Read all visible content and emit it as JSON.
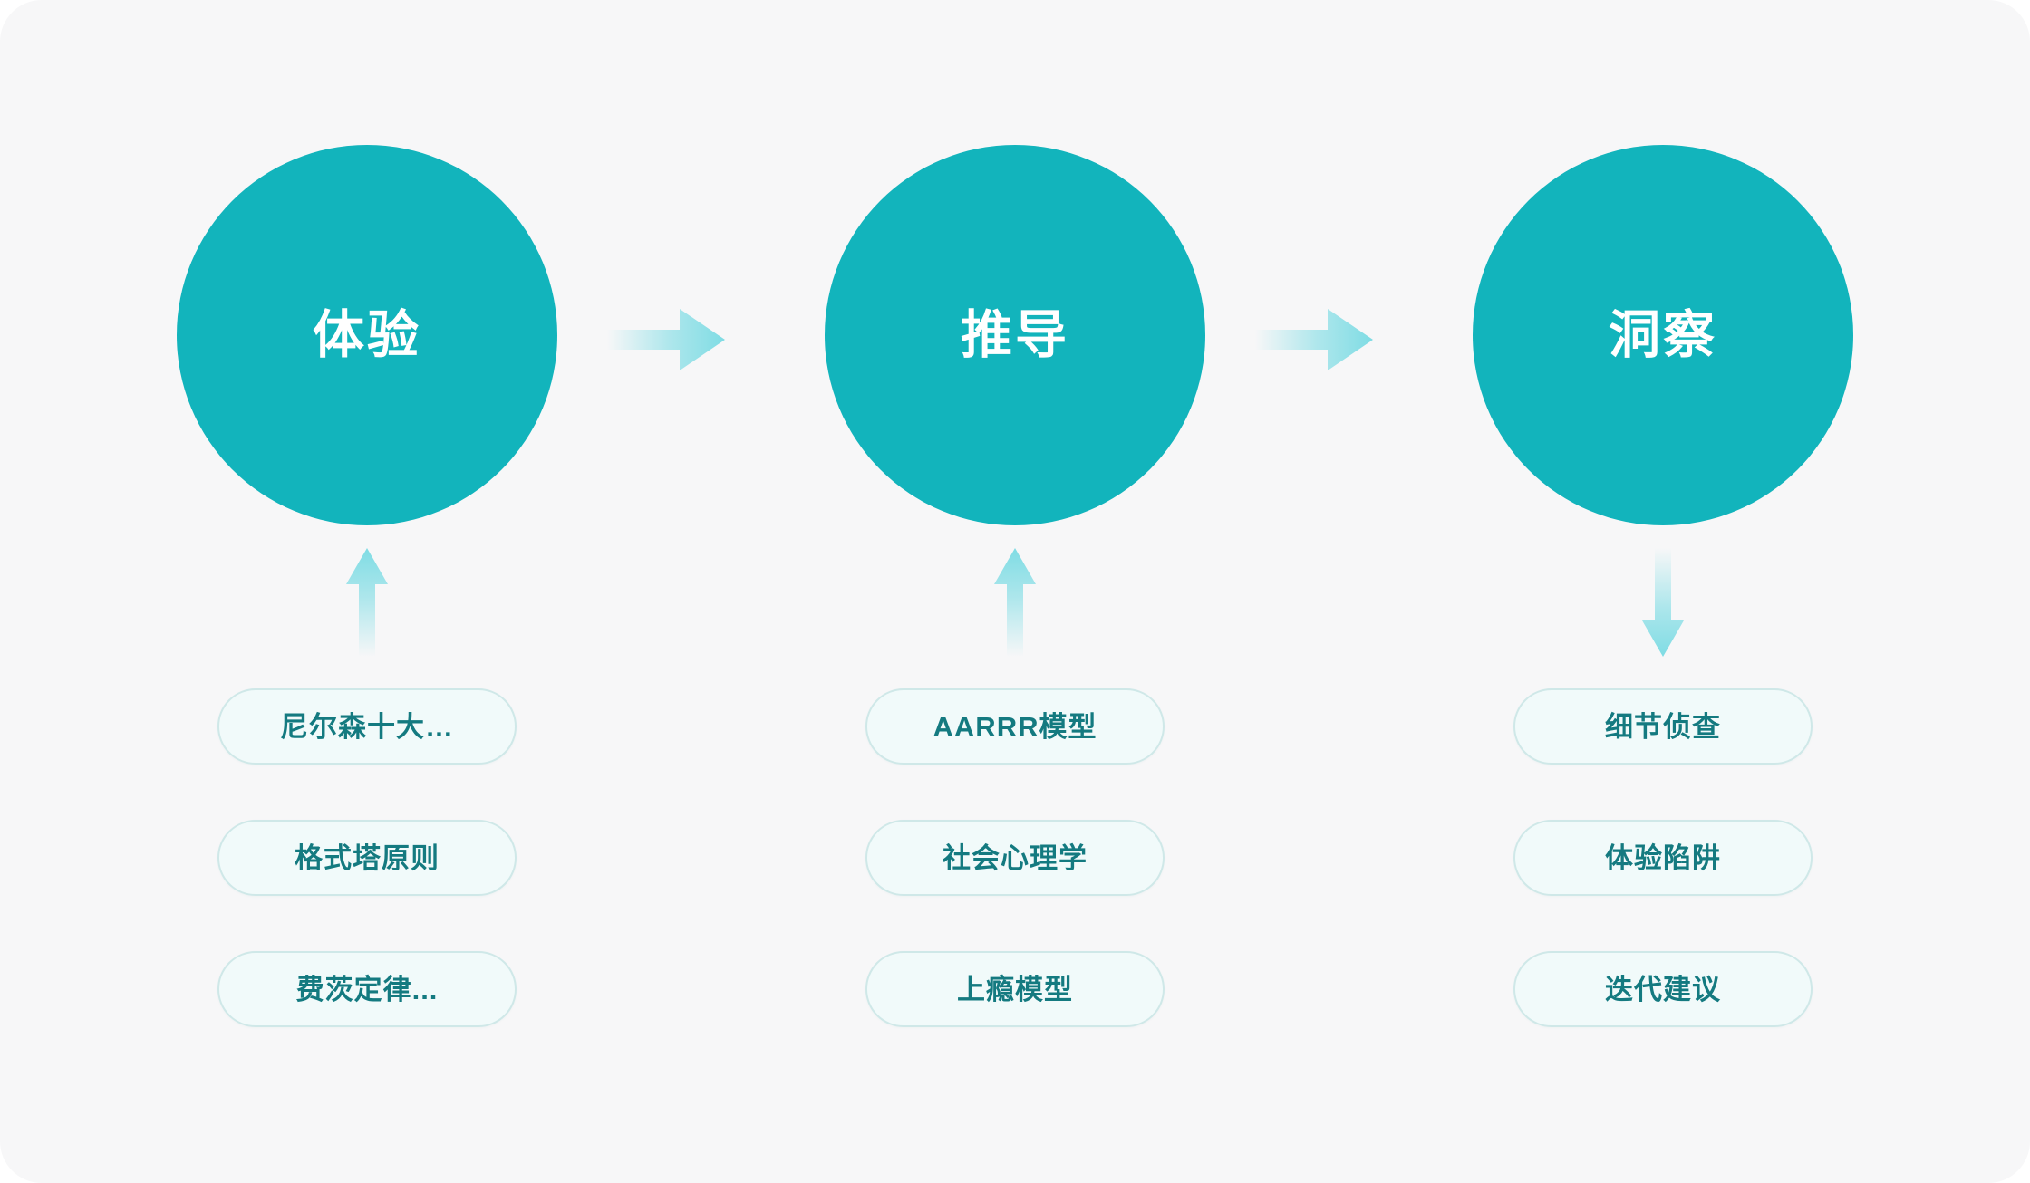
{
  "canvas": {
    "background": "#f7f7f8",
    "corner_radius": "46px"
  },
  "theme": {
    "circle_fill": "#12b4bc",
    "circle_text": "#ffffff",
    "arrow_color": "#7fdce4",
    "pill_fill": "#f1fafa",
    "pill_border": "#cfe8e8",
    "pill_text": "#147a80"
  },
  "flow": {
    "stages": [
      {
        "id": "experience",
        "circle_label": "体验",
        "arrow_direction": "up",
        "arrow_icon": "arrow-up-icon",
        "items": [
          {
            "label": "尼尔森十大…"
          },
          {
            "label": "格式塔原则"
          },
          {
            "label": "费茨定律..."
          }
        ]
      },
      {
        "id": "deduction",
        "circle_label": "推导",
        "arrow_direction": "up",
        "arrow_icon": "arrow-up-icon",
        "items": [
          {
            "label": "AARRR模型"
          },
          {
            "label": "社会心理学"
          },
          {
            "label": "上瘾模型"
          }
        ]
      },
      {
        "id": "insight",
        "circle_label": "洞察",
        "arrow_direction": "down",
        "arrow_icon": "arrow-down-icon",
        "items": [
          {
            "label": "细节侦查"
          },
          {
            "label": "体验陷阱"
          },
          {
            "label": "迭代建议"
          }
        ]
      }
    ],
    "connectors": [
      {
        "icon": "arrow-right-icon",
        "from": "experience",
        "to": "deduction"
      },
      {
        "icon": "arrow-right-icon",
        "from": "deduction",
        "to": "insight"
      }
    ]
  }
}
